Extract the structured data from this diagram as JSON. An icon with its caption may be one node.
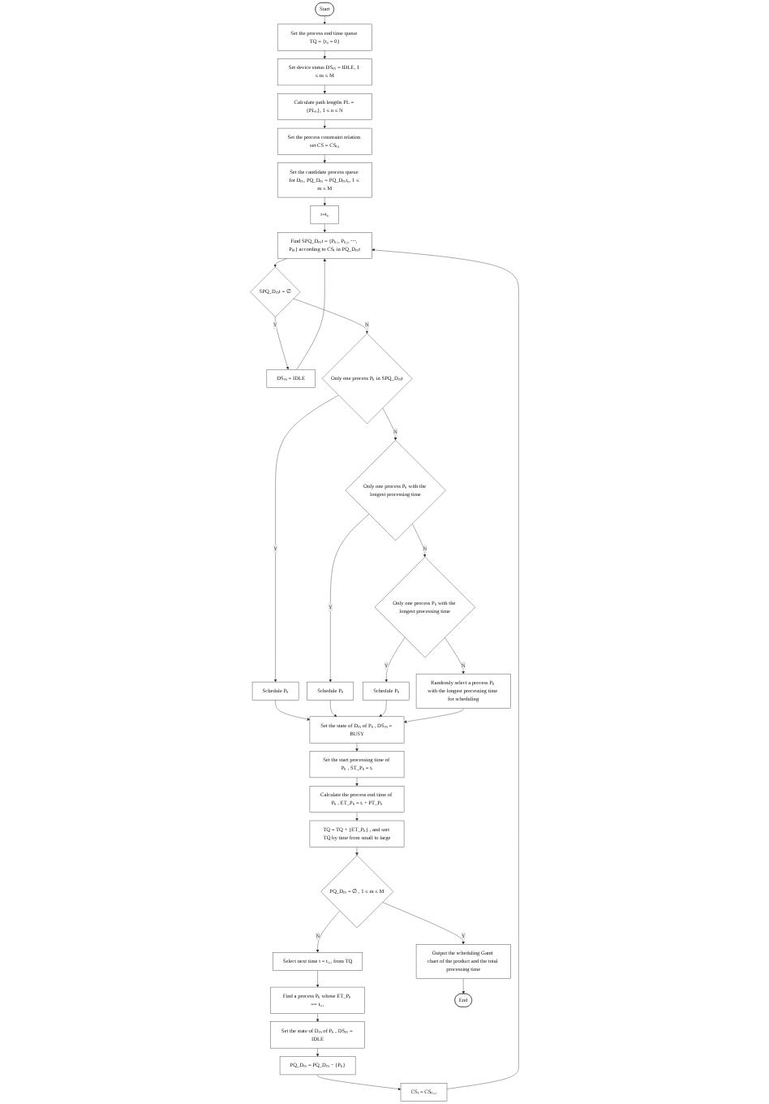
{
  "diagram": {
    "nodes": [
      {
        "text": [
          "Start"
        ]
      },
      {
        "text": [
          "Set the process end time queue TQ = {t₀ = 0}"
        ]
      },
      {
        "text": [
          "Set device status DSₘ = IDLE, 1 ≤ m ≤ M"
        ]
      },
      {
        "text": [
          "Calculate path lengths PL = {PLₙ}, 1 ≤ n ≤ N"
        ]
      },
      {
        "text": [
          "Set the process constraint relation set CS = CSₜ₀"
        ]
      },
      {
        "text": [
          "Set the candidate process queue for Dₘ, PQ_Dₘ = PQ_Dₘt₀, 1 ≤ m ≤ M"
        ]
      },
      {
        "text": [
          "t=t₀"
        ]
      },
      {
        "text": [
          "Find SPQ_Dₘt = {Pₖ₁, Pₖ₂, ⋯, Pₖₗ} according to CSₜ in PQ_Dₘt"
        ]
      },
      {
        "text": [
          "SPQ_Dₘt = ∅"
        ]
      },
      {
        "text": [
          "DSₘ = IDLE"
        ]
      },
      {
        "text": [
          "Only one process Pₖ in SPQ_Dₘt"
        ]
      },
      {
        "text": [
          "Schedule Pₖ"
        ]
      },
      {
        "text": [
          "Only one process Pₖ with the longest processing time"
        ]
      },
      {
        "text": [
          "Schedule Pₖ"
        ]
      },
      {
        "text": [
          "Only one process Pₖ with the longest processing time"
        ]
      },
      {
        "text": [
          "Schedule Pₖ"
        ]
      },
      {
        "text": [
          "Randomly select a process Pₖ with the longest processing time for scheduling"
        ]
      },
      {
        "text": [
          "Set the state of Dₘ of Pₖ , DSₘ = BUSY"
        ]
      },
      {
        "text": [
          "Set the start processing time of Pₖ , ST_Pₖ = tᵢ"
        ]
      },
      {
        "text": [
          "Calculate the process end time of Pₖ , ET_Pₖ = tᵢ + PT_Pₖ"
        ]
      },
      {
        "text": [
          "TQ = TQ + {ET_Pₖ} , and sort TQ by time from small to large"
        ]
      },
      {
        "text": [
          "PQ_Dₘ = ∅ , 1 ≤ m ≤ M"
        ]
      },
      {
        "text": [
          "Select next time t = tᵢ₊₁ from TQ"
        ]
      },
      {
        "text": [
          "Find a process Pₖ whose ET_Pₖ == tᵢ₊₁"
        ]
      },
      {
        "text": [
          "Set the state of Dₘ of Pₖ , DSₘ = IDLE"
        ]
      },
      {
        "text": [
          "PQ_Dₘ = PQ_Dₘ − {Pₖ}"
        ]
      },
      {
        "text": [
          "CSₜ = CSₜᵢ₊₁"
        ]
      },
      {
        "text": [
          "Output the scheduling Gantt chart of the product and the total processing time"
        ]
      },
      {
        "text": [
          "End"
        ]
      }
    ],
    "edges": [
      {
        "from": 0,
        "to": 1,
        "arrow": "to"
      },
      {
        "from": 1,
        "to": 2,
        "arrow": "to"
      },
      {
        "from": 2,
        "to": 3,
        "arrow": "to"
      },
      {
        "from": 3,
        "to": 4,
        "arrow": "to"
      },
      {
        "from": 4,
        "to": 5,
        "arrow": "to"
      },
      {
        "from": 5,
        "to": 6,
        "arrow": "to"
      },
      {
        "from": 6,
        "to": 7,
        "arrow": "to"
      },
      {
        "from": 7,
        "to": 8,
        "arrow": "to"
      },
      {
        "from": 8,
        "to": 9,
        "arrow": "to",
        "label": "Y"
      },
      {
        "from": 9,
        "to": 7,
        "arrow": "to"
      },
      {
        "from": 8,
        "to": 10,
        "arrow": "to",
        "label": "N"
      },
      {
        "from": 10,
        "to": 11,
        "arrow": "to",
        "label": "Y"
      },
      {
        "from": 10,
        "to": 12,
        "arrow": "to",
        "label": "N"
      },
      {
        "from": 12,
        "to": 13,
        "arrow": "to",
        "label": "Y"
      },
      {
        "from": 12,
        "to": 14,
        "arrow": "to",
        "label": "N"
      },
      {
        "from": 14,
        "to": 15,
        "arrow": "to",
        "label": "Y"
      },
      {
        "from": 14,
        "to": 16,
        "arrow": "to",
        "label": "N"
      },
      {
        "from": 11,
        "to": 17,
        "arrow": "to"
      },
      {
        "from": 13,
        "to": 17,
        "arrow": "to"
      },
      {
        "from": 15,
        "to": 17,
        "arrow": "to"
      },
      {
        "from": 16,
        "to": 17,
        "arrow": "to"
      },
      {
        "from": 17,
        "to": 18,
        "arrow": "to"
      },
      {
        "from": 18,
        "to": 19,
        "arrow": "to"
      },
      {
        "from": 19,
        "to": 20,
        "arrow": "to"
      },
      {
        "from": 20,
        "to": 21,
        "arrow": "to"
      },
      {
        "from": 21,
        "to": 22,
        "arrow": "to",
        "label": "N"
      },
      {
        "from": 21,
        "to": 27,
        "arrow": "to",
        "label": "Y"
      },
      {
        "from": 22,
        "to": 23,
        "arrow": "to"
      },
      {
        "from": 23,
        "to": 24,
        "arrow": "to"
      },
      {
        "from": 24,
        "to": 25,
        "arrow": "to"
      },
      {
        "from": 25,
        "to": 26,
        "arrow": "to"
      },
      {
        "from": 26,
        "to": 7,
        "arrow": "to"
      },
      {
        "from": 27,
        "to": 28,
        "arrow": "to"
      }
    ]
  }
}
